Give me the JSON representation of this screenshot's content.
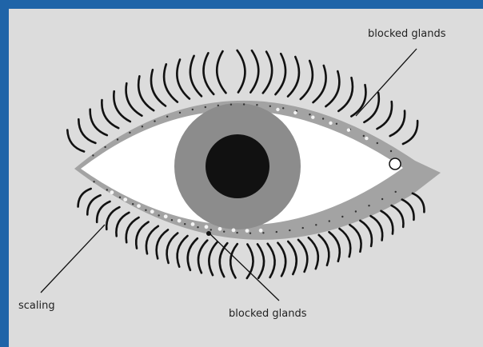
{
  "colors": {
    "frame": "#1f64a8",
    "panel": "#dcdcdc",
    "lid_margin": "#a3a3a3",
    "sclera": "#ffffff",
    "iris": "#8c8c8c",
    "pupil": "#111111",
    "lash": "#111111",
    "leader_line": "#111111",
    "gland_dot": "#333333",
    "scale_fleck": "#f4f4f4"
  },
  "labels": {
    "blocked_glands_top": "blocked glands",
    "blocked_glands_bottom": "blocked glands",
    "scaling": "scaling"
  }
}
